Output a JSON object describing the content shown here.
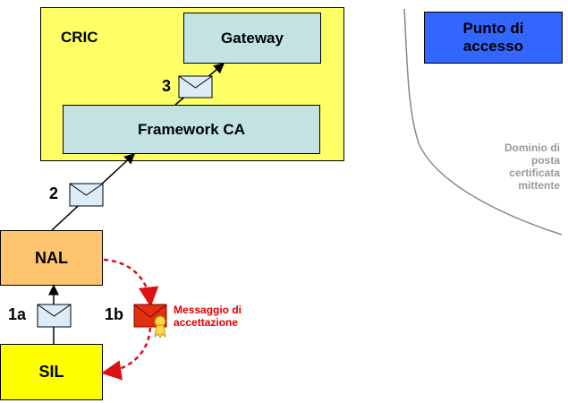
{
  "diagram": {
    "cric": {
      "label": "CRIC"
    },
    "gateway": {
      "label": "Gateway"
    },
    "framework": {
      "label": "Framework CA"
    },
    "nal": {
      "label": "NAL"
    },
    "sil": {
      "label": "SIL"
    },
    "punto_accesso": {
      "line1": "Punto di",
      "line2": "accesso"
    },
    "dominio": {
      "lines": [
        "Dominio di",
        "posta",
        "certificata",
        "mittente"
      ]
    },
    "steps": {
      "s1a": "1a",
      "s1b": "1b",
      "s2": "2",
      "s3": "3"
    },
    "acceptance_message": {
      "line1": "Messaggio di",
      "line2": "accettazione"
    },
    "colors": {
      "cric": "#ffff66",
      "gateway": "#c3e3e3",
      "framework": "#c3e3e3",
      "nal": "#ffc56e",
      "sil": "#ffff00",
      "punto": "#3366ff",
      "dashed_arrow": "#dd1111",
      "envelope": "#dcecf8",
      "red_envelope": "#e03010"
    },
    "icons": [
      "envelope-icon",
      "certified-envelope-icon"
    ]
  }
}
